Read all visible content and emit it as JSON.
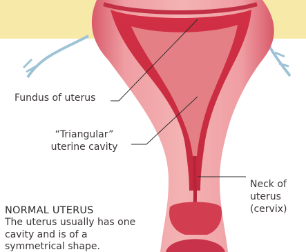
{
  "labels": {
    "fundus": "Fundus of uterus",
    "cavity_line1": "“Triangular”",
    "cavity_line2": "uterine cavity",
    "neck_line1": "Neck of",
    "neck_line2": "uterus",
    "neck_line3": "(cervix)"
  },
  "caption": {
    "title": "NORMAL UTERUS",
    "body": "The uterus usually has one cavity and is of a symmetrical shape."
  },
  "colors": {
    "background_band": "#f7e9a8",
    "uterus_outer": "#e8878c",
    "uterus_inner": "#d13a4c",
    "leader_line": "#2b2b2b",
    "tube": "#9fc3d6"
  }
}
